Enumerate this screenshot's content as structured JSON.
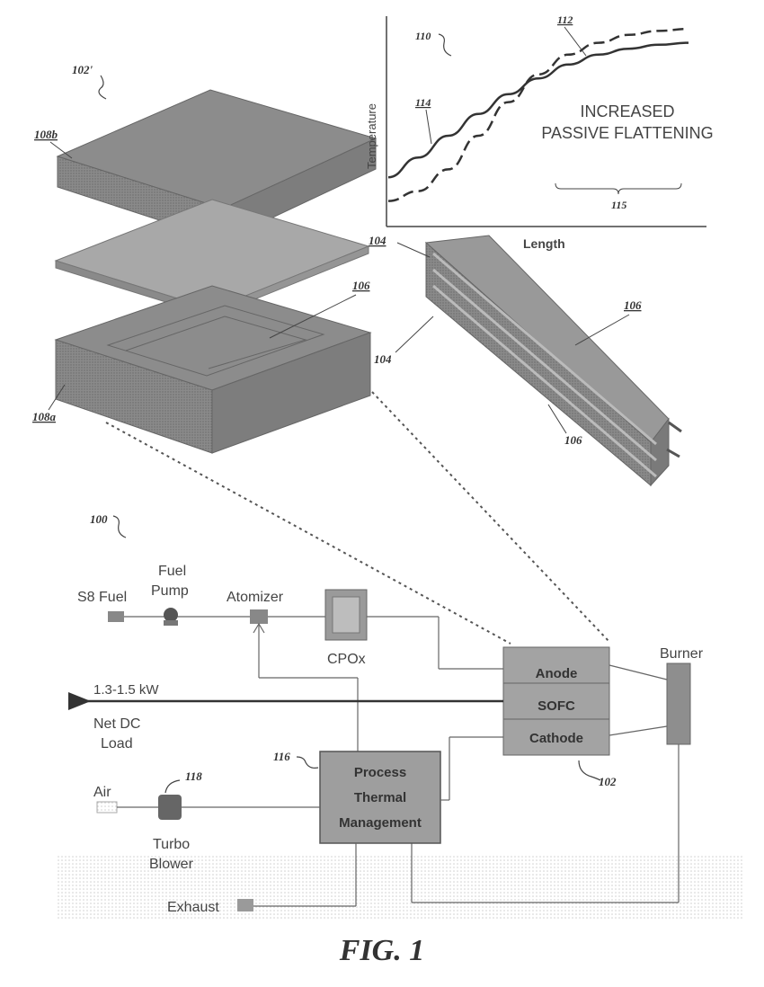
{
  "figure": {
    "caption": "FIG. 1",
    "ref_102_prime": "102'",
    "ref_108b": "108b",
    "ref_108a": "108a",
    "ref_106_stack": "106",
    "ref_104_top": "104",
    "ref_104_side": "104",
    "ref_106_tube_a": "106",
    "ref_106_tube_b": "106",
    "ref_100": "100"
  },
  "chart": {
    "ref_110": "110",
    "ref_112": "112",
    "ref_114": "114",
    "ref_115": "115",
    "note_line1": "INCREASED",
    "note_line2": "PASSIVE FLATTENING"
  },
  "chart_data": {
    "type": "line",
    "xlabel": "Length",
    "ylabel": "Temperature",
    "series": [
      {
        "x": [
          0,
          0.1,
          0.2,
          0.3,
          0.4,
          0.5,
          0.6,
          0.7,
          0.8,
          0.9,
          1.0
        ],
        "y": [
          0.24,
          0.34,
          0.45,
          0.56,
          0.66,
          0.74,
          0.81,
          0.86,
          0.89,
          0.91,
          0.92
        ]
      },
      {
        "x": [
          0,
          0.1,
          0.2,
          0.3,
          0.4,
          0.5,
          0.6,
          0.7,
          0.8,
          0.9,
          1.0
        ],
        "y": [
          0.12,
          0.17,
          0.28,
          0.45,
          0.62,
          0.76,
          0.86,
          0.92,
          0.96,
          0.98,
          0.99
        ]
      }
    ],
    "xlim": [
      0,
      1
    ],
    "ylim": [
      0,
      1
    ],
    "grid": false
  },
  "system": {
    "s8_fuel": "S8 Fuel",
    "fuel_pump_1": "Fuel",
    "fuel_pump_2": "Pump",
    "atomizer": "Atomizer",
    "cpox": "CPOx",
    "burner": "Burner",
    "anode": "Anode",
    "sofc": "SOFC",
    "cathode": "Cathode",
    "ref_102": "102",
    "power": "1.3-1.5 kW",
    "load_1": "Net DC",
    "load_2": "Load",
    "ref_116": "116",
    "ptm_1": "Process",
    "ptm_2": "Thermal",
    "ptm_3": "Management",
    "ref_118": "118",
    "air": "Air",
    "blower_1": "Turbo",
    "blower_2": "Blower",
    "exhaust": "Exhaust"
  },
  "colors": {
    "line": "#555555",
    "box_fill": "#9e9e9e",
    "plate_dark": "#7a7a7a",
    "plate_mid": "#9a9a9a",
    "dots": "#dcdcdc"
  }
}
